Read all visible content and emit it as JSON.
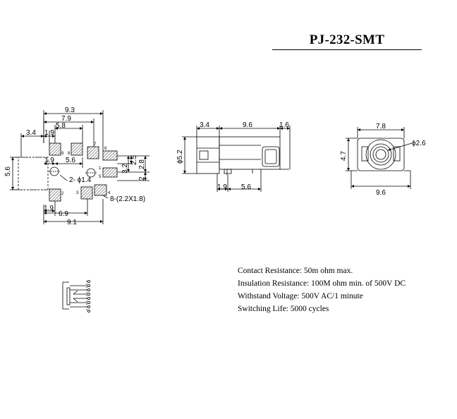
{
  "title": "PJ-232-SMT",
  "footprint": {
    "dims": {
      "overall_top": "9.3",
      "upper_mid": "7.9",
      "inner_left": "5.8",
      "left_a": "3.4",
      "left_b": "1.9",
      "mid_pitch": "5.6",
      "left_c": "1.9",
      "lower_left": "1.9",
      "lower_mid": "6.9",
      "overall_bottom": "9.1",
      "height_left": "5.6",
      "right_a": "3.2",
      "right_b": "2.5",
      "right_c": "2.8",
      "right_d": "2"
    },
    "callouts": {
      "holes": "2- ϕ1.4",
      "pads": "8-(2.2X1.8)"
    },
    "pin_numbers": [
      "9",
      "8",
      "7",
      "6",
      "1",
      "5",
      "2",
      "3",
      "4"
    ]
  },
  "side_view": {
    "dims": {
      "front": "3.4",
      "body": "9.6",
      "rear": "1.6",
      "dia": "ϕ5.2",
      "pin_a": "1.9",
      "pin_b": "5.6"
    }
  },
  "front_view": {
    "dims": {
      "top": "7.8",
      "bottom": "9.6",
      "height": "4.7",
      "hole": "ϕ2.6"
    }
  },
  "specs": [
    "Contact Resistance:    50m ohm max.",
    "Insulation Resistance: 100M ohm min. of 500V DC",
    "Withstand Voltage: 500V AC/1 minute",
    "Switching Life: 5000 cycles"
  ]
}
